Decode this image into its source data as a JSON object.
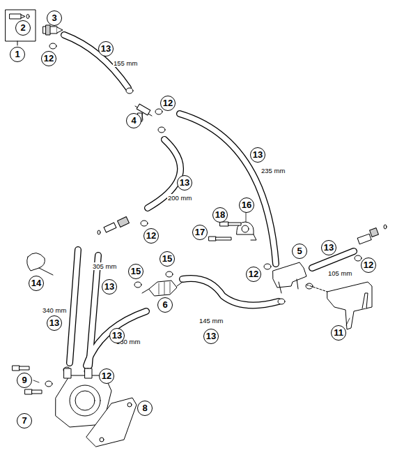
{
  "diagram": {
    "labels": [
      "2",
      "1",
      "3",
      "12",
      "13",
      "155 mm",
      "12",
      "4",
      "13",
      "235 mm",
      "13",
      "200 mm",
      "12",
      "18",
      "16",
      "17",
      "5",
      "13",
      "12",
      "105 mm",
      "12",
      "14",
      "15",
      "15",
      "305 mm",
      "13",
      "6",
      "340 mm",
      "13",
      "145 mm",
      "13",
      "130 mm",
      "13",
      "11",
      "9",
      "12",
      "7",
      "8"
    ]
  }
}
